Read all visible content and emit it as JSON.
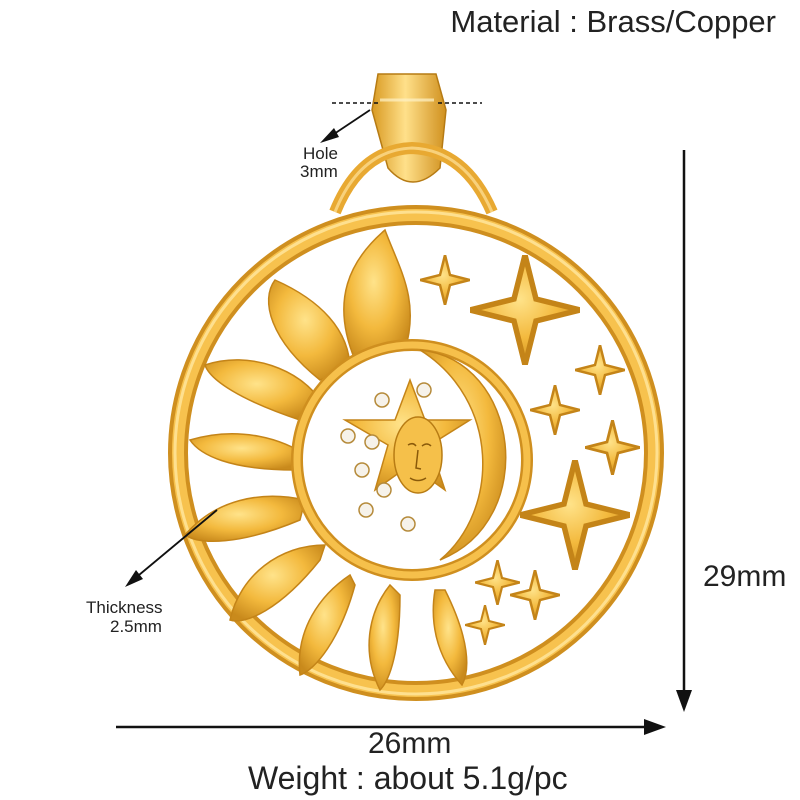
{
  "material": "Material : Brass/Copper",
  "hole": {
    "label": "Hole",
    "value": "3mm"
  },
  "thickness": {
    "label": "Thickness",
    "value": "2.5mm"
  },
  "height": "29mm",
  "width": "26mm",
  "weight": "Weight : about 5.1g/pc",
  "colors": {
    "gold": "#f0b53a",
    "gold_dark": "#c98a1c",
    "gold_light": "#ffe9a8",
    "line": "#111111"
  }
}
